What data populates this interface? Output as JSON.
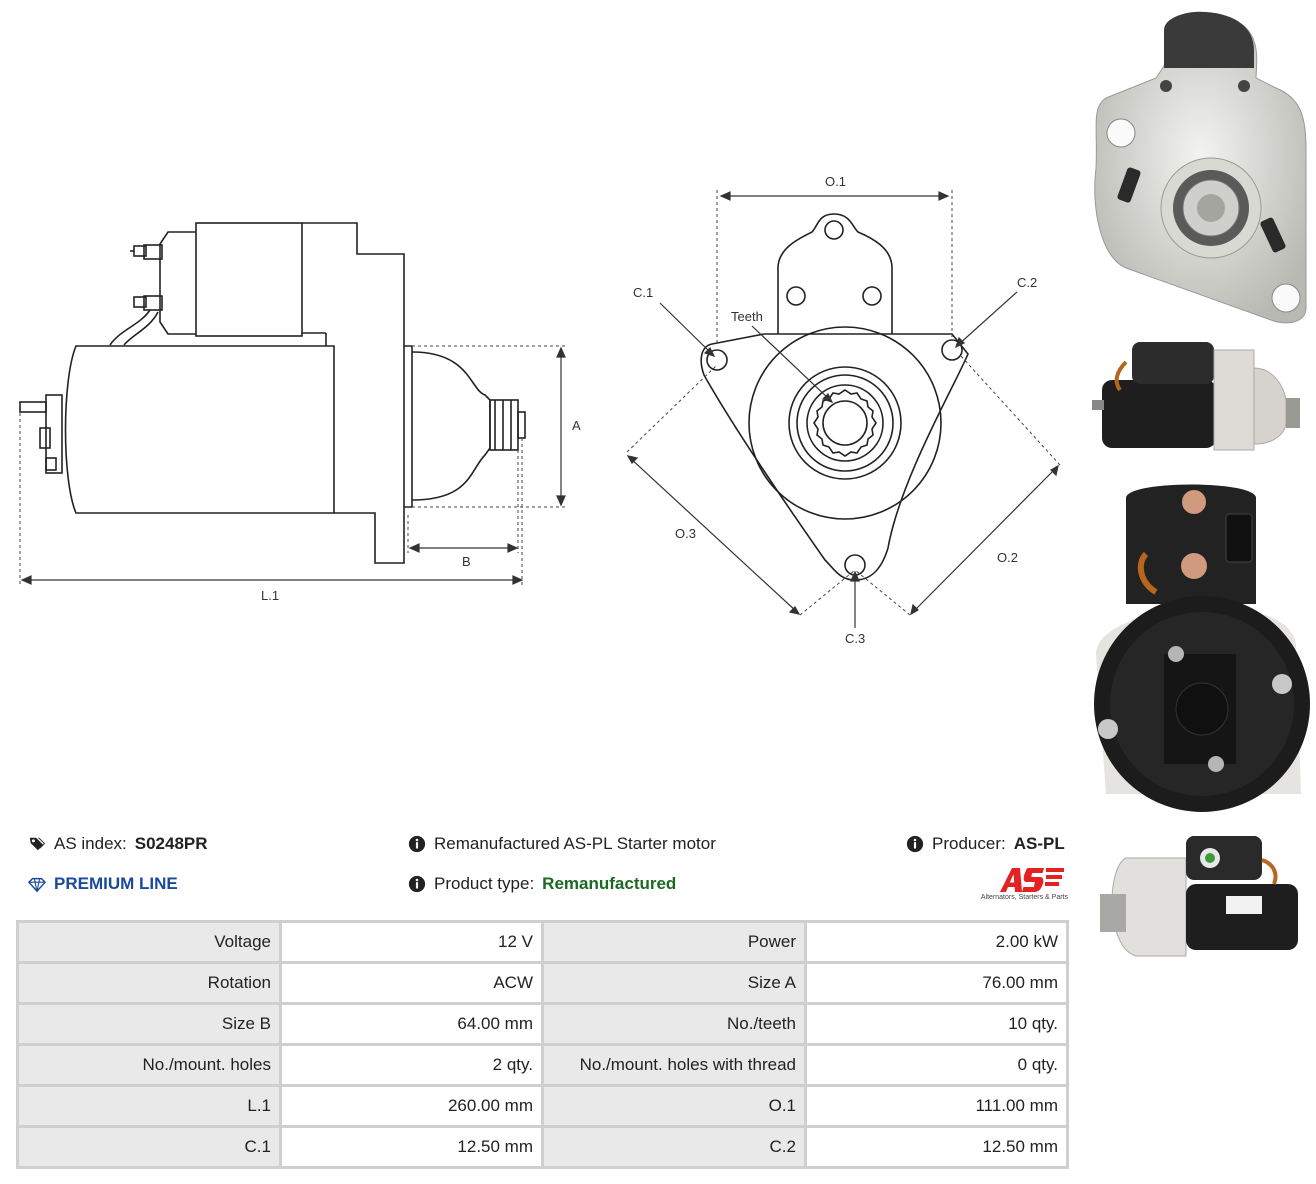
{
  "drawing": {
    "labels": {
      "A": "A",
      "B": "B",
      "L1": "L.1",
      "O1": "O.1",
      "O2": "O.2",
      "O3": "O.3",
      "C1": "C.1",
      "C2": "C.2",
      "C3": "C.3",
      "teeth": "Teeth"
    }
  },
  "info": {
    "as_index_label": "AS index:",
    "as_index_value": "S0248PR",
    "premium": "PREMIUM LINE",
    "description": "Remanufactured AS-PL Starter motor",
    "product_type_label": "Product type:",
    "product_type_value": "Remanufactured",
    "producer_label": "Producer:",
    "producer_value": "AS-PL",
    "logo_tagline": "Alternators, Starters & Parts"
  },
  "specs": [
    {
      "l1": "Voltage",
      "v1": "12 V",
      "l2": "Power",
      "v2": "2.00 kW"
    },
    {
      "l1": "Rotation",
      "v1": "ACW",
      "l2": "Size A",
      "v2": "76.00 mm"
    },
    {
      "l1": "Size B",
      "v1": "64.00 mm",
      "l2": "No./teeth",
      "v2": "10 qty."
    },
    {
      "l1": "No./mount. holes",
      "v1": "2 qty.",
      "l2": "No./mount. holes with thread",
      "v2": "0 qty."
    },
    {
      "l1": "L.1",
      "v1": "260.00 mm",
      "l2": "O.1",
      "v2": "111.00 mm"
    },
    {
      "l1": "C.1",
      "v1": "12.50 mm",
      "l2": "C.2",
      "v2": "12.50 mm"
    }
  ],
  "colors": {
    "premium": "#1a4a9c",
    "remanufactured": "#1b6a22",
    "logo_red": "#e32222"
  }
}
